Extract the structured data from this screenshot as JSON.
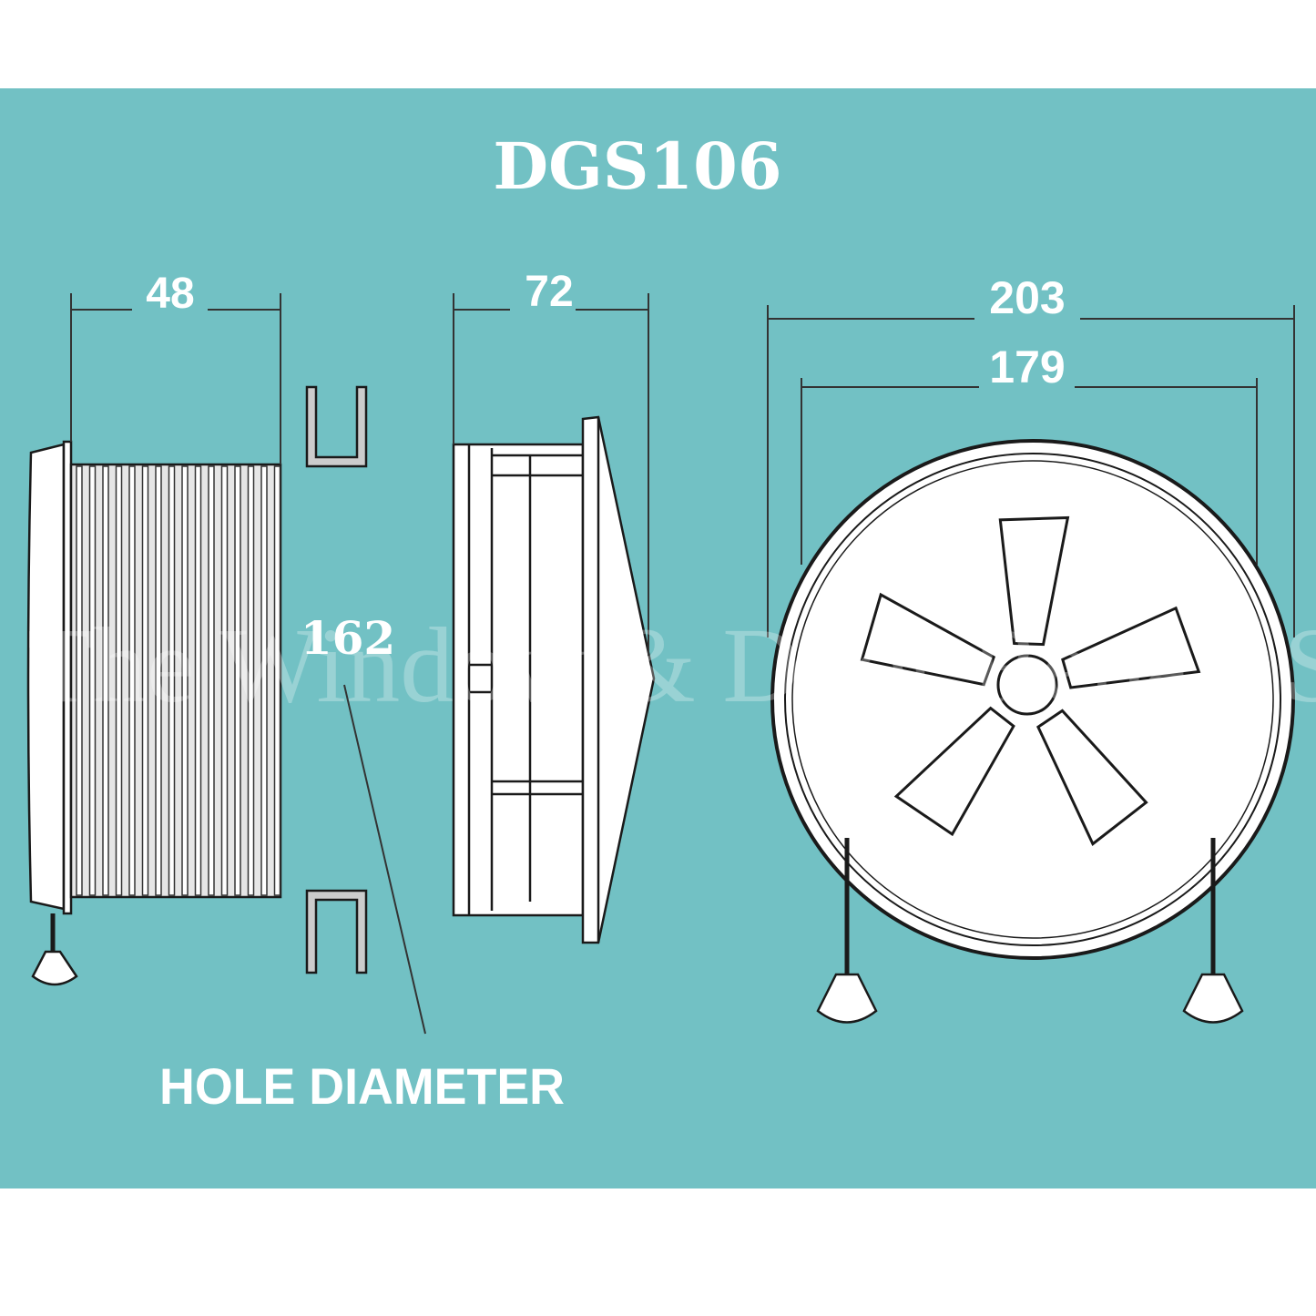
{
  "title": "DGS106",
  "dimensions": {
    "side_depth": "48",
    "profile_depth": "72",
    "outer_diameter": "203",
    "grille_diameter": "179",
    "hole_diameter": "162"
  },
  "hole_diameter_label": "HOLE DIAMETER",
  "watermark": "The Window & Door Repair Shop",
  "colors": {
    "background": "#72c1c4",
    "line": "#1a1a1a",
    "text": "#ffffff"
  }
}
